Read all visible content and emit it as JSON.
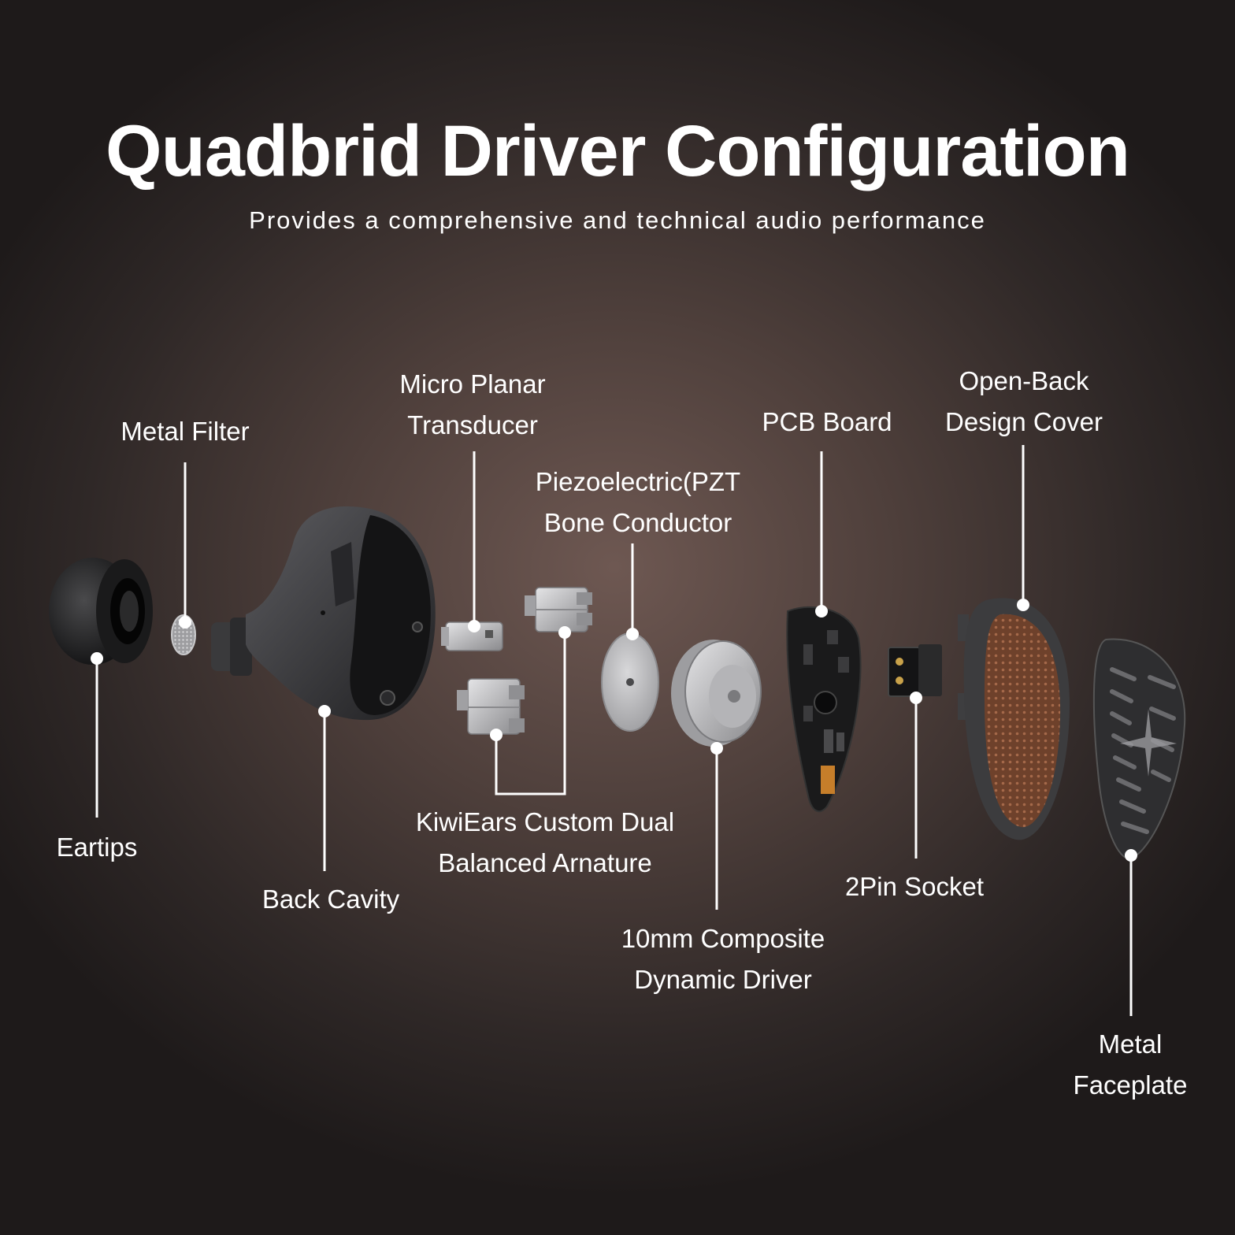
{
  "header": {
    "title": "Quadbrid Driver Configuration",
    "subtitle": "Provides a comprehensive and technical audio performance"
  },
  "labels": {
    "eartips": [
      "Eartips"
    ],
    "metal_filter": [
      "Metal Filter"
    ],
    "back_cavity": [
      "Back Cavity"
    ],
    "micro_planar": [
      "Micro Planar",
      "Transducer"
    ],
    "balanced_armature": [
      "KiwiEars Custom Dual",
      "Balanced Arnature"
    ],
    "piezo": [
      "Piezoelectric(PZT",
      "Bone Conductor"
    ],
    "dynamic_driver": [
      "10mm Composite",
      "Dynamic Driver"
    ],
    "pcb_board": [
      "PCB Board"
    ],
    "pin_socket": [
      "2Pin Socket"
    ],
    "open_back": [
      "Open-Back",
      "Design Cover"
    ],
    "faceplate": [
      "Metal",
      "Faceplate"
    ]
  },
  "colors": {
    "text": "#ffffff",
    "leader_line": "#ffffff",
    "shell": "#3a3a3c",
    "metal": "#b9b9bb",
    "mesh": "#7a4a32"
  }
}
